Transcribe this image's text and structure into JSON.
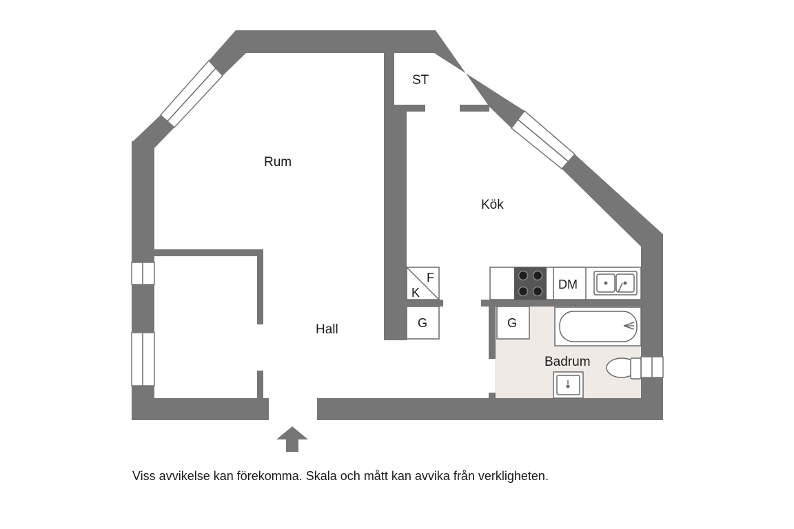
{
  "floorplan": {
    "rooms": {
      "rum": "Rum",
      "kok": "Kök",
      "st": "ST",
      "hall": "Hall",
      "badrum": "Badrum"
    },
    "fixtures": {
      "fridge": "F",
      "freezer": "K",
      "wardrobe_hall": "G",
      "wardrobe_bath": "G",
      "dishwasher": "DM"
    },
    "disclaimer": "Viss avvikelse kan förekomma. Skala och mått kan avvika från verkligheten.",
    "colors": {
      "wall": "#767676",
      "bathroom_floor": "#efeae6",
      "background": "#ffffff"
    },
    "icons": [
      "entrance-arrow-icon",
      "stove-icon",
      "sink-icon",
      "bathtub-icon",
      "toilet-icon",
      "washbasin-icon"
    ]
  }
}
